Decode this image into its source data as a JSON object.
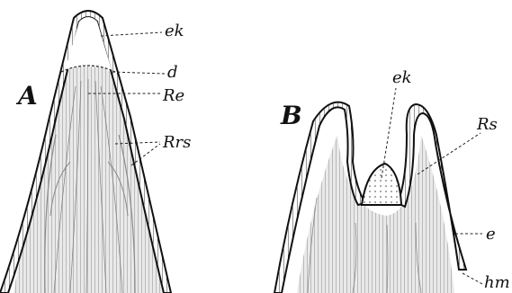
{
  "figure": {
    "panel_a": {
      "letter": "A",
      "labels": {
        "ek": "ek",
        "d": "d",
        "re": "Re",
        "rrs": "Rrs"
      }
    },
    "panel_b": {
      "letter": "B",
      "labels": {
        "ek": "ek",
        "rs": "Rs",
        "e": "e",
        "hm": "hm"
      }
    }
  }
}
